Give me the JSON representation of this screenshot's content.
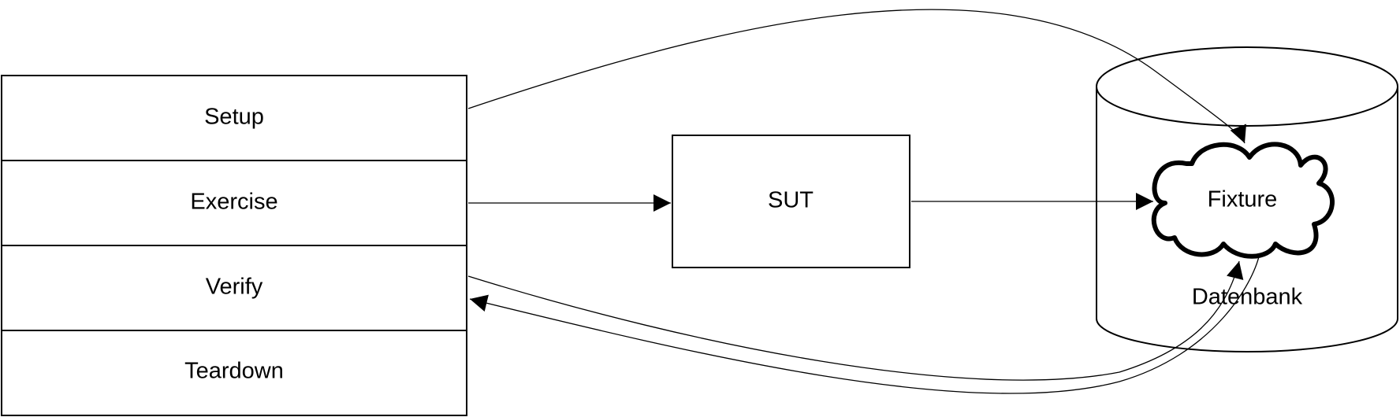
{
  "phases": [
    {
      "label": "Setup"
    },
    {
      "label": "Exercise"
    },
    {
      "label": "Verify"
    },
    {
      "label": "Teardown"
    }
  ],
  "sut": {
    "label": "SUT"
  },
  "database": {
    "label": "Datenbank"
  },
  "fixture": {
    "label": "Fixture"
  },
  "colors": {
    "stroke": "#000000",
    "fill": "#ffffff",
    "text": "#000000"
  }
}
